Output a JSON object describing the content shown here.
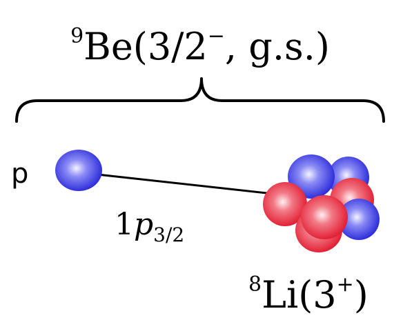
{
  "title": {
    "sup": "9",
    "main": "Be(3/2",
    "minus": "−",
    "rest": ", g.s.)"
  },
  "proton_label": "p",
  "orbital": {
    "main": "1",
    "p": "p",
    "sub": "3/2"
  },
  "core": {
    "sup": "8",
    "main": "Li(3",
    "plus": "+",
    "close": ")"
  },
  "colors": {
    "neutron": "#3535e0",
    "proton": "#e8283a",
    "line": "#000000"
  }
}
